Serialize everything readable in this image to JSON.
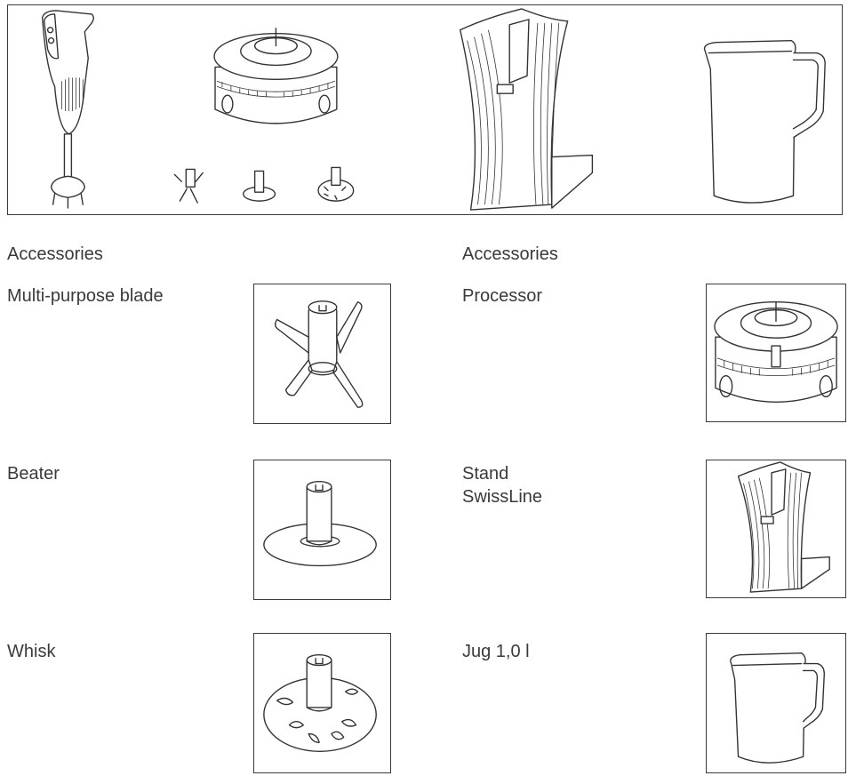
{
  "overview": {
    "items": [
      "hand-blender",
      "processor-bowl",
      "multi-purpose-blade",
      "beater",
      "whisk",
      "stand-swissline",
      "jug"
    ]
  },
  "left_column": {
    "heading": "Accessories",
    "items": [
      {
        "label": "Multi-purpose blade",
        "icon": "multi-purpose-blade-icon"
      },
      {
        "label": "Beater",
        "icon": "beater-icon"
      },
      {
        "label": "Whisk",
        "icon": "whisk-icon"
      }
    ]
  },
  "right_column": {
    "heading": "Accessories",
    "items": [
      {
        "label": "Processor",
        "icon": "processor-icon"
      },
      {
        "label": "Stand\nSwissLine",
        "icon": "stand-icon"
      },
      {
        "label": "Jug 1,0 l",
        "icon": "jug-icon"
      }
    ]
  }
}
